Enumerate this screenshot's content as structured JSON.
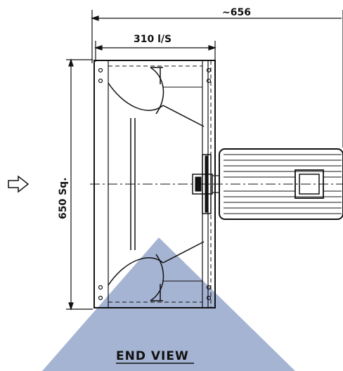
{
  "drawing": {
    "overall_length_label": "~656",
    "airflow_label": "310 l/S",
    "size_label": "650 Sq.",
    "view_label": "END VIEW"
  },
  "colors": {
    "line": "#111111",
    "watermark": "#6f86b8"
  },
  "icons": {
    "airflow_direction": "arrow-right-icon"
  }
}
